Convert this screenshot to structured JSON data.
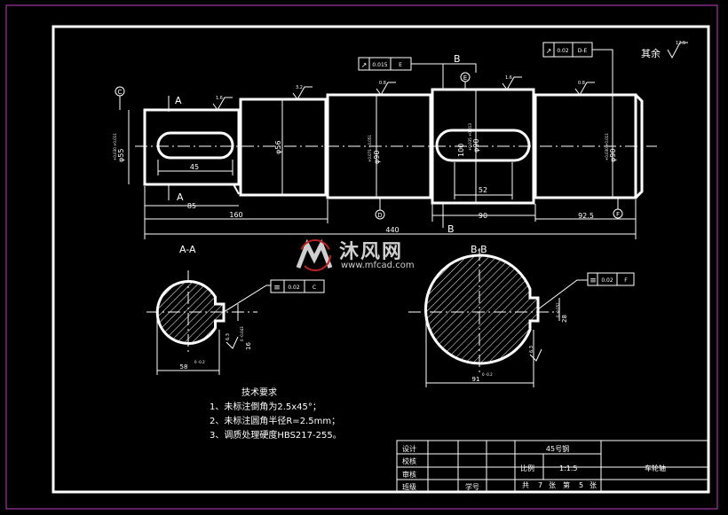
{
  "drawing": {
    "tolerance_frames": {
      "runout_e": {
        "sym": "↗",
        "val": "0.015",
        "ref": "E"
      },
      "runout_de": {
        "sym": "↗",
        "val": "0.02",
        "ref": "D-E"
      },
      "sym_c": {
        "sym": "≡",
        "val": "0.02",
        "ref": "C"
      },
      "sym_f": {
        "sym": "≡",
        "val": "0.02",
        "ref": "F"
      }
    },
    "roughness": {
      "qiyu": "其余",
      "r125": "12.5",
      "r16a": "1.6",
      "r32a": "3.2",
      "r08a": "0.8",
      "r16b": "1.6",
      "r08b": "0.8",
      "r63a": "6.3",
      "r63b": "6.3"
    },
    "datums": {
      "c": "C",
      "d": "D",
      "e": "E",
      "f": "F"
    },
    "section_marks": {
      "a": "A",
      "b": "B"
    },
    "dims": {
      "d55": "φ55",
      "d55_tol": "+0.030 +0.011",
      "d56": "φ56",
      "d90a": "φ90",
      "d90a_tol": "+0.071 +0.051",
      "d100": "100",
      "d90b": "φ90",
      "d90b_tol": "+0.035 +0.013",
      "d90c": "φ90",
      "d90c_tol": "+0.030 +0.011",
      "l45": "45",
      "l52": "52",
      "l85": "85",
      "l160": "160",
      "l90": "90",
      "l92_5": "92.5",
      "l440": "440",
      "s58": "58",
      "s58_tol": "0 -0.2",
      "s16": "16",
      "s16_tol": "0 -0.043",
      "s91": "91",
      "s91_tol": "0 -0.2",
      "s28": "28",
      "s28_tol": "0 -0.052"
    },
    "section_titles": {
      "aa": "A-A",
      "bb": "B-B"
    }
  },
  "notes": {
    "title": "技术要求",
    "items": [
      "1、未标注倒角为2.5x45°；",
      "2、未标注圆角半径R=2.5mm；",
      "3、调质处理硬度HBS217-255。"
    ]
  },
  "title_block": {
    "design": "设计",
    "check": "校核",
    "review": "审核",
    "class": "班级",
    "student_no": "学号",
    "material": "45号钢",
    "scale_label": "比例",
    "scale": "1:1.5",
    "part_name": "车轮轴",
    "sheet_gong": "共",
    "sheet_total": "7",
    "sheet_zhang": "张",
    "sheet_di": "第",
    "sheet_num": "5",
    "sheet_zhang2": "张"
  },
  "watermark": {
    "text": "沐风网",
    "url": "www.mfcad.com"
  }
}
